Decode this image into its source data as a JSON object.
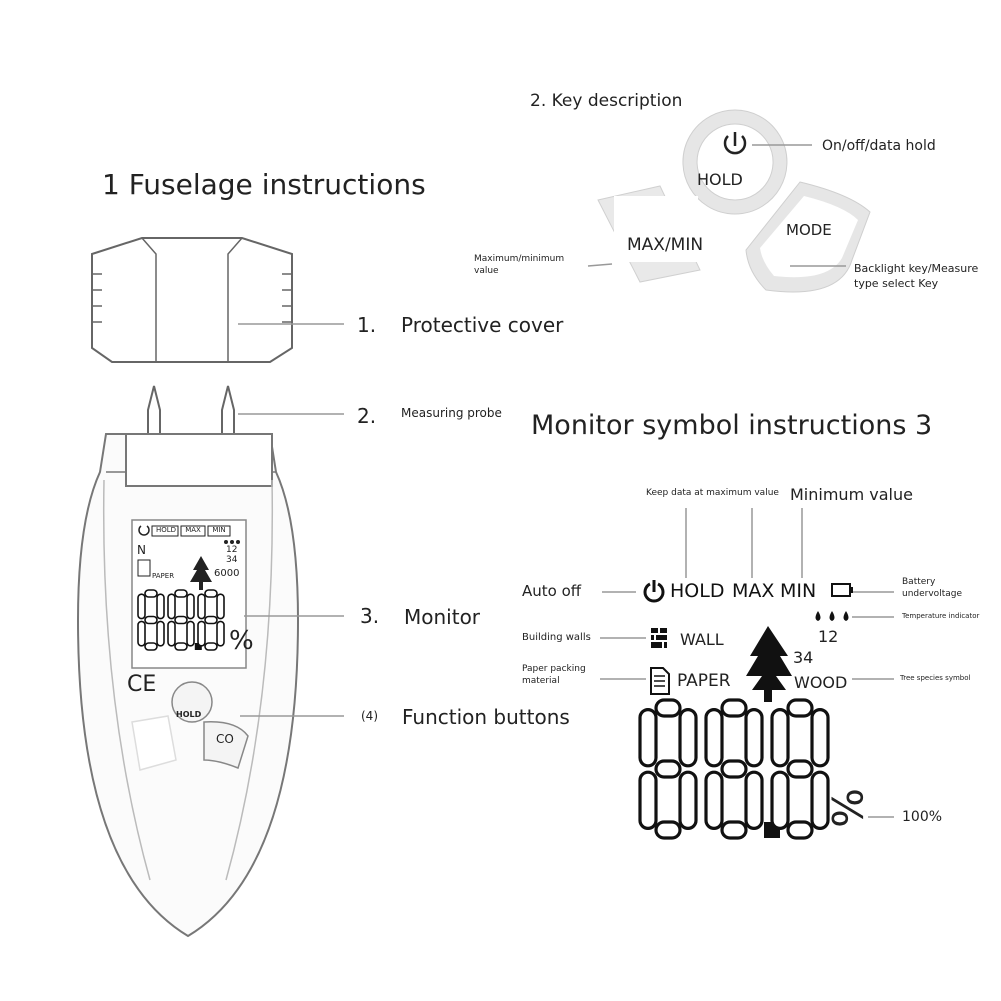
{
  "headings": {
    "fuselage": "1 Fuselage instructions",
    "keys": "2. Key description",
    "monitor": "Monitor symbol instructions 3"
  },
  "fuselage_parts": [
    {
      "num": "1.",
      "label": "Protective cover"
    },
    {
      "num": "2.",
      "label": "Measuring probe"
    },
    {
      "num": "3.",
      "label": "Monitor"
    },
    {
      "num": "(4)",
      "label": "Function buttons"
    }
  ],
  "device_small": {
    "top_icons": [
      "HOLD",
      "MAX",
      "MIN"
    ],
    "n": "N",
    "paper": "PAPER",
    "wood_code": "6000",
    "drops_top": "12",
    "drops_bottom": "34",
    "digits": "88.8",
    "percent": "%",
    "ce": "CE",
    "hold": "HOLD",
    "co": "CO"
  },
  "keys": {
    "hold_button": "HOLD",
    "hold_desc": "On/off/data hold",
    "maxmin_button": "MAX/MIN",
    "maxmin_desc": "Maximum/minimum value",
    "mode_button": "MODE",
    "mode_desc_1": "Backlight key/Measure",
    "mode_desc_2": "type select Key"
  },
  "monitor": {
    "keep_max": "Keep data at maximum value",
    "min_value": "Minimum value",
    "auto_off": "Auto off",
    "hold": "HOLD",
    "max": "MAX",
    "min": "MIN",
    "battery": "Battery undervoltage",
    "temperature": "Temperature indicator",
    "building_walls": "Building walls",
    "wall": "WALL",
    "num_12": "12",
    "num_34": "34",
    "paper_packing": "Paper packing material",
    "paper": "PAPER",
    "wood": "WOOD",
    "tree_species": "Tree species symbol",
    "digits": "88.8",
    "percent": "%",
    "hundred": "100%"
  },
  "colors": {
    "line": "#9a9a9a",
    "outline": "#555555",
    "lcd_bg": "#ffffff",
    "lcd_text": "#111111"
  }
}
